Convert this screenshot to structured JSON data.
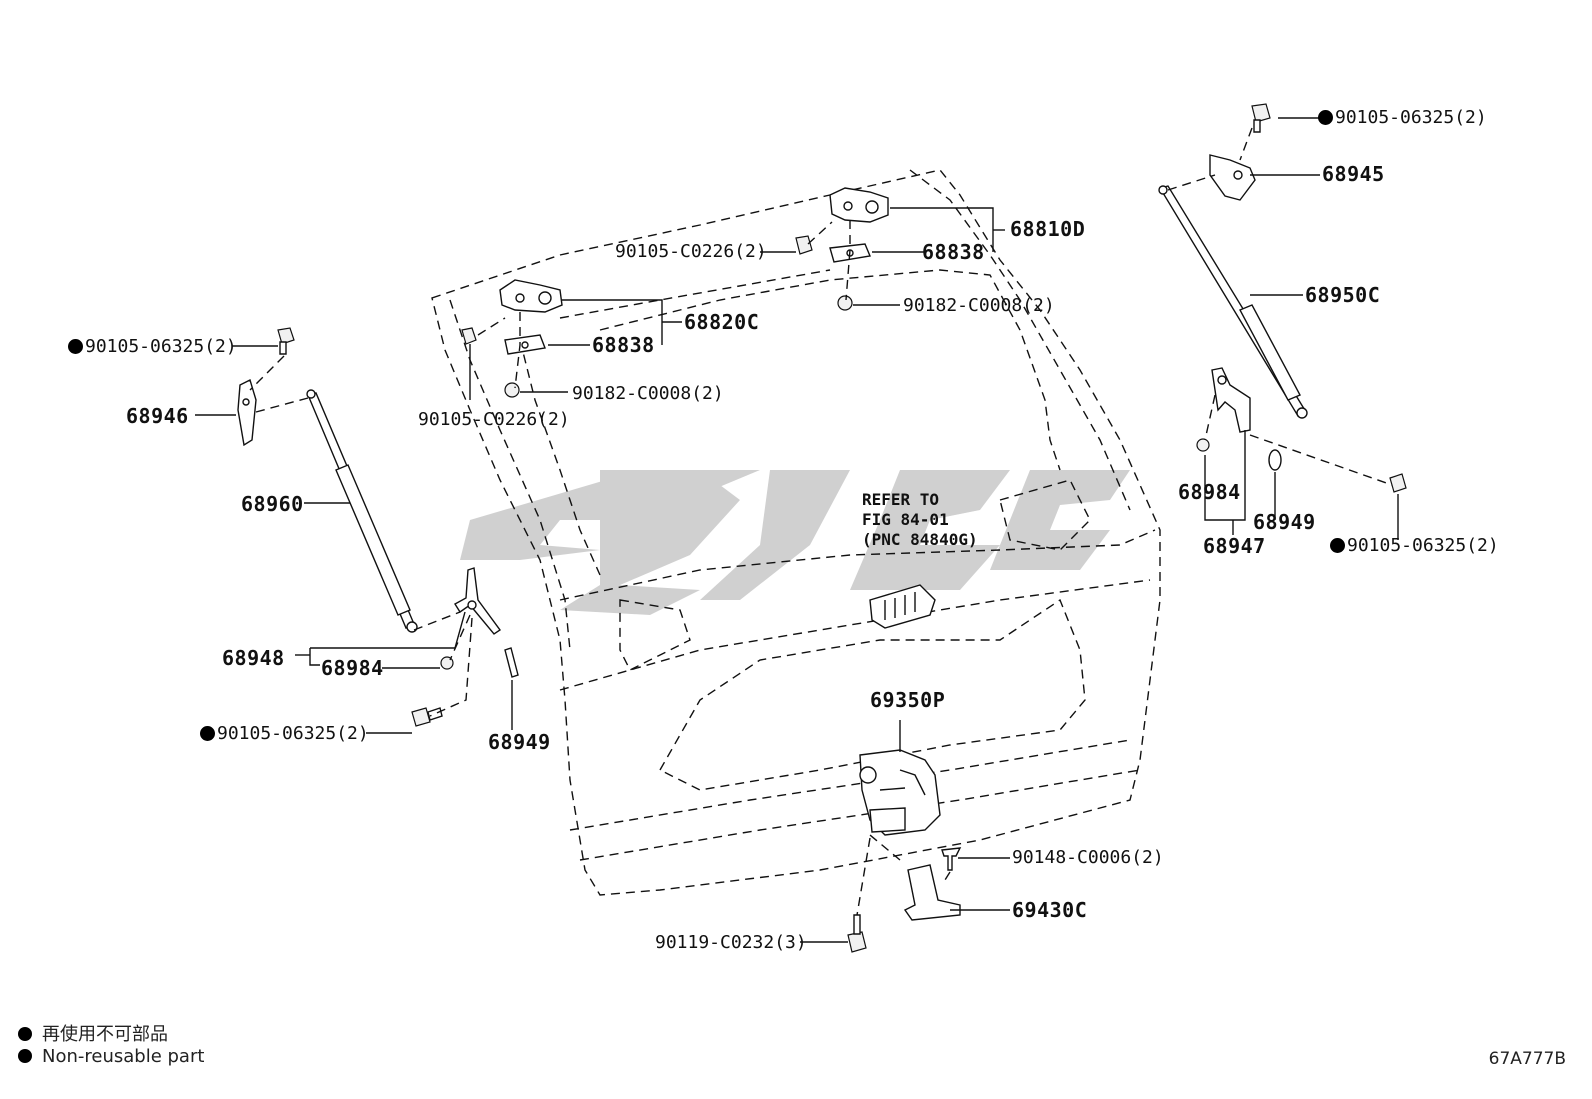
{
  "labels": {
    "p68810D": "68810D",
    "p68838_right": "68838",
    "p90105_C0226_top": "90105-C0226(2)",
    "p90182_C0008_top": "90182-C0008(2)",
    "p68820C": "68820C",
    "p68838_left": "68838",
    "p90182_C0008_left": "90182-C0008(2)",
    "p90105_C0226_left": "90105-C0226(2)",
    "p90105_06325_topleft": "90105-06325(2)",
    "p68946": "68946",
    "p68960": "68960",
    "p68948": "68948",
    "p68984_left": "68984",
    "p90105_06325_left": "90105-06325(2)",
    "p68949_left": "68949",
    "p90105_06325_topright": "90105-06325(2)",
    "p68945": "68945",
    "p68950C": "68950C",
    "p68984_right": "68984",
    "p68949_right": "68949",
    "p68947": "68947",
    "p90105_06325_right": "90105-06325(2)",
    "refer_line1": "REFER TO",
    "refer_line2": "FIG 84-01",
    "refer_line3": "(PNC 84840G)",
    "p69350P": "69350P",
    "p90148_C0006": "90148-C0006(2)",
    "p69430C": "69430C",
    "p90119_C0232": "90119-C0232(3)"
  },
  "legend": {
    "chinese": "再使用不可部品",
    "english": "Non-reusable part"
  },
  "figure_code": "67A777B",
  "watermark": {
    "color": "#c8c8c8"
  }
}
